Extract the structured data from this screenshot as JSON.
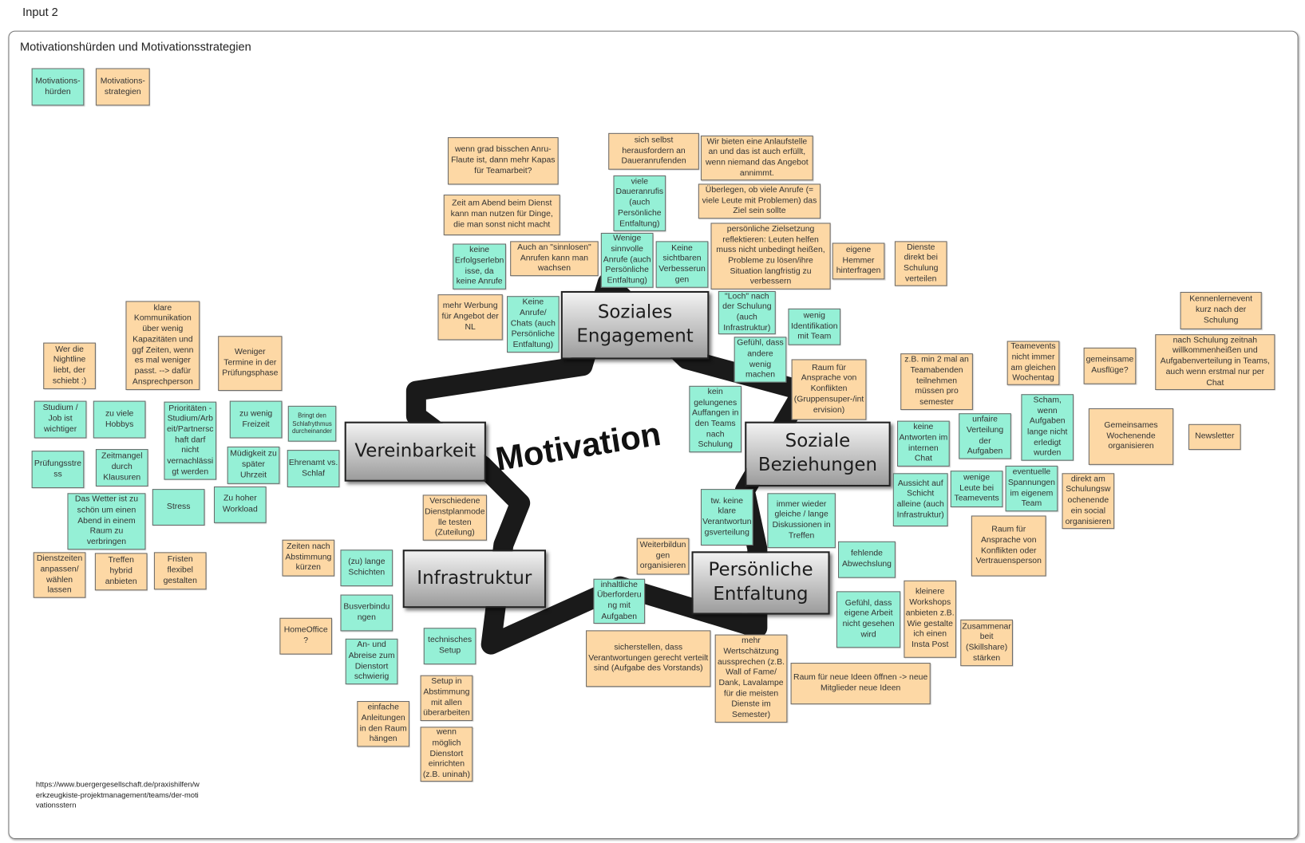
{
  "header": {
    "input_label": "Input 2",
    "board_title": "Motivationshürden und Motivationsstrategien"
  },
  "legend": {
    "hurdles": "Motivations-hürden",
    "strategies": "Motivations-strategien"
  },
  "colors": {
    "hurdle": "#95f0d6",
    "strategy": "#fdd8a5"
  },
  "center": {
    "title": "Motivation",
    "categories": [
      "Soziales Engagement",
      "Vereinbarkeit",
      "Soziale Beziehungen",
      "Infrastruktur",
      "Persönliche Entfaltung"
    ]
  },
  "notes": [
    "wenn grad bisschen Anru-Flaute ist, dann mehr Kapas für Teamarbeit?",
    "Zeit am Abend beim Dienst kann man nutzen für Dinge, die man sonst nicht macht",
    "keine Erfolgserlebnisse, da keine Anrufe",
    "Auch an \"sinnlosen\" Anrufen kann man wachsen",
    "mehr Werbung für Angebot der NL",
    "Keine Anrufe/ Chats (auch Persönliche Entfaltung)",
    "sich selbst herausfordern an Daueranrufenden",
    "viele Daueranrufis (auch Persönliche Entfaltung)",
    "Wir bieten eine Anlaufstelle an und das ist auch erfüllt, wenn niemand das Angebot annimmt.",
    "Überlegen, ob viele Anrufe (= viele Leute mit Problemen) das Ziel sein sollte",
    "Wenige sinnvolle Anrufe (auch Persönliche Entfaltung)",
    "Keine sichtbaren Verbesserungen",
    "persönliche Zielsetzung reflektieren: Leuten helfen muss nicht unbedingt heißen, Probleme zu lösen/ihre Situation langfristig zu verbessern",
    "eigene Hemmer hinterfragen",
    "Dienste direkt bei Schulung verteilen",
    "\"Loch\" nach der Schulung (auch Infrastruktur)",
    "wenig Identifikation mit Team",
    "Gefühl, dass andere wenig machen",
    "Raum für Ansprache von Konflikten (Gruppensuper-/intervision)",
    "kein gelungenes Auffangen in den Teams nach Schulung",
    "z.B. min 2 mal an Teamabenden teilnehmen müssen pro semester",
    "Teamevents nicht immer am gleichen Wochentag",
    "gemeinsame Ausflüge?",
    "Kennenlernevent kurz nach der Schulung",
    "nach Schulung zeitnah willkommenheißen und Aufgabenverteilung in Teams, auch wenn erstmal nur per Chat",
    "keine Antworten im internen Chat",
    "unfaire Verteilung der Aufgaben",
    "Scham, wenn Aufgaben lange nicht erledigt wurden",
    "Gemeinsames Wochenende organisieren",
    "Newsletter",
    "Aussicht auf Schicht alleine (auch Infrastruktur)",
    "wenige Leute bei Teamevents",
    "eventuelle Spannungen im eigenem Team",
    "direkt am Schulungswochenende ein social organisieren",
    "Raum für Ansprache von Konflikten oder Vertrauensperson",
    "tw. keine klare Verantwortungsverteilung",
    "immer wieder gleiche / lange Diskussionen in Treffen",
    "fehlende Abwechslung",
    "kleinere Workshops anbieten z.B. Wie gestalte ich einen Insta Post",
    "Weiterbildungen organisieren",
    "inhaltliche Überforderung mit Aufgaben",
    "Gefühl, dass eigene Arbeit nicht gesehen wird",
    "Zusammenarbeit (Skillshare) stärken",
    "sicherstellen, dass Verantwortungen gerecht verteilt sind (Aufgabe des Vorstands)",
    "mehr Wertschätzung aussprechen (z.B. Wall of Fame/ Dank, Lavalampe für die meisten Dienste im Semester)",
    "Raum für neue Ideen öffnen  -> neue Mitglieder neue Ideen",
    "Verschiedene Dienstplanmodelle testen (Zuteilung)",
    "Zeiten nach Abstimmung kürzen",
    "(zu) lange Schichten",
    "Busverbindungen",
    "HomeOffice ?",
    "An- und Abreise zum Dienstort schwierig",
    "technisches Setup",
    "Setup in Abstimmung mit allen überarbeiten",
    "einfache Anleitungen in den Raum hängen",
    "wenn möglich Dienstort einrichten (z.B. uninah)",
    "klare Kommunikation über wenig Kapazitäten und ggf Zeiten, wenn es mal weniger passt. --> dafür Ansprechperson",
    "Wer die Nightline liebt, der schiebt :)",
    "Weniger Termine in der Prüfungsphase",
    "Studium / Job ist wichtiger",
    "zu viele Hobbys",
    "Prioritäten - Studium/Arbeit/Partnerschaft darf nicht vernachlässigt werden",
    "zu wenig Freizeit",
    "Bringt den Schlafrythmus durcheinander",
    "Prüfungsstress",
    "Zeitmangel durch Klausuren",
    "Müdigkeit zu später Uhrzeit",
    "Ehrenamt vs. Schlaf",
    "Das Wetter ist zu schön um einen Abend in einem Raum zu verbringen",
    "Stress",
    "Zu hoher Workload",
    "Dienstzeiten anpassen/ wählen lassen",
    "Treffen hybrid anbieten",
    "Fristen flexibel gestalten"
  ],
  "source_url": "https://www.buergergesellschaft.de/praxishilfen/werkzeugkiste-projektmanagement/teams/der-motivationsstern"
}
